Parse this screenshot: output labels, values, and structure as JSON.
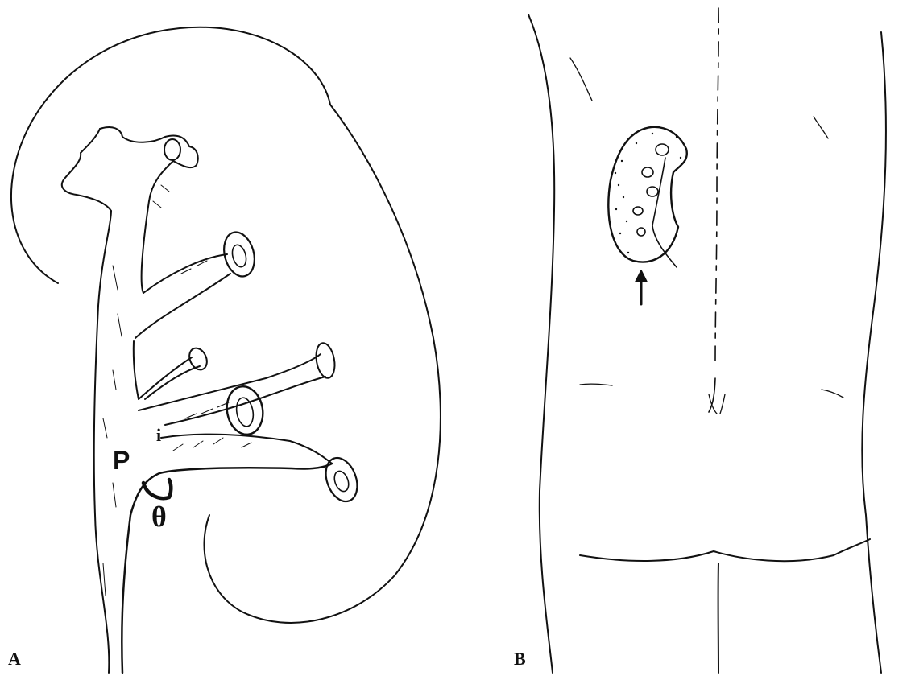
{
  "panels": {
    "a": {
      "letter": "A",
      "labels": {
        "pelvis": "P",
        "infundibulum": "i",
        "angle": "θ"
      }
    },
    "b": {
      "letter": "B"
    }
  }
}
